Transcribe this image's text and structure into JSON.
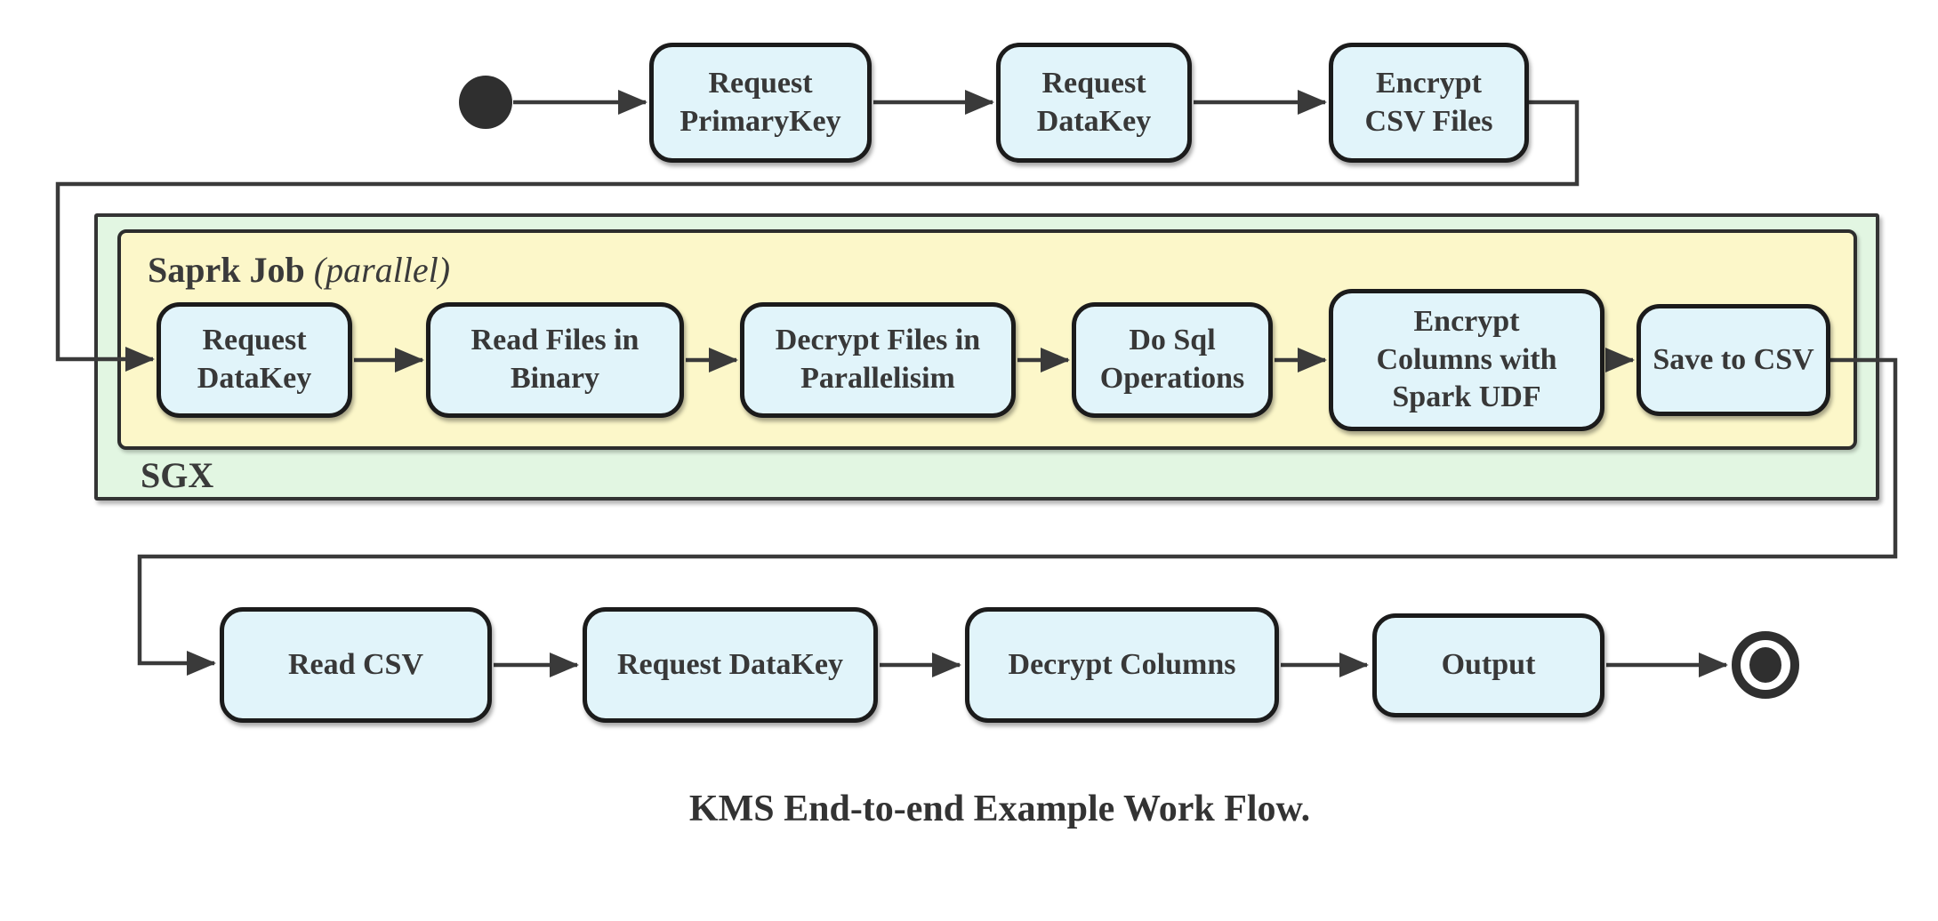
{
  "title": "KMS End-to-end Example Work Flow.",
  "colors": {
    "node_fill": "#e1f4fa",
    "node_border": "#1b1b1b",
    "sgx_fill": "#e2f6e2",
    "spark_fill": "#fcf7c9",
    "container_border": "#343434",
    "edge": "#3a3a3a",
    "text": "#383838"
  },
  "containers": {
    "sgx": {
      "label": "SGX"
    },
    "spark_job": {
      "title": "Saprk Job",
      "qualifier": "(parallel)"
    }
  },
  "nodes": {
    "start": {
      "type": "initial-node"
    },
    "request_primarykey": {
      "label": "Request\nPrimaryKey"
    },
    "request_datakey_top": {
      "label": "Request\nDataKey"
    },
    "encrypt_csv_files": {
      "label": "Encrypt\nCSV Files"
    },
    "request_datakey_sgx": {
      "label": "Request\nDataKey"
    },
    "read_files_in_binary": {
      "label": "Read Files in\nBinary"
    },
    "decrypt_files_in_parallelisim": {
      "label": "Decrypt Files in\nParallelisim"
    },
    "do_sql_operations": {
      "label": "Do Sql\nOperations"
    },
    "encrypt_columns_with_spark_udf": {
      "label": "Encrypt\nColumns with\nSpark UDF"
    },
    "save_to_csv": {
      "label": "Save to CSV"
    },
    "read_csv": {
      "label": "Read CSV"
    },
    "request_datakey_client": {
      "label": "Request DataKey"
    },
    "decrypt_columns": {
      "label": "Decrypt Columns"
    },
    "output": {
      "label": "Output"
    },
    "end": {
      "type": "final-node"
    }
  },
  "edges": [
    {
      "from": "start",
      "to": "request_primarykey"
    },
    {
      "from": "request_primarykey",
      "to": "request_datakey_top"
    },
    {
      "from": "request_datakey_top",
      "to": "encrypt_csv_files"
    },
    {
      "from": "encrypt_csv_files",
      "to": "request_datakey_sgx"
    },
    {
      "from": "request_datakey_sgx",
      "to": "read_files_in_binary"
    },
    {
      "from": "read_files_in_binary",
      "to": "decrypt_files_in_parallelisim"
    },
    {
      "from": "decrypt_files_in_parallelisim",
      "to": "do_sql_operations"
    },
    {
      "from": "do_sql_operations",
      "to": "encrypt_columns_with_spark_udf"
    },
    {
      "from": "encrypt_columns_with_spark_udf",
      "to": "save_to_csv"
    },
    {
      "from": "save_to_csv",
      "to": "read_csv"
    },
    {
      "from": "read_csv",
      "to": "request_datakey_client"
    },
    {
      "from": "request_datakey_client",
      "to": "decrypt_columns"
    },
    {
      "from": "decrypt_columns",
      "to": "output"
    },
    {
      "from": "output",
      "to": "end"
    }
  ]
}
